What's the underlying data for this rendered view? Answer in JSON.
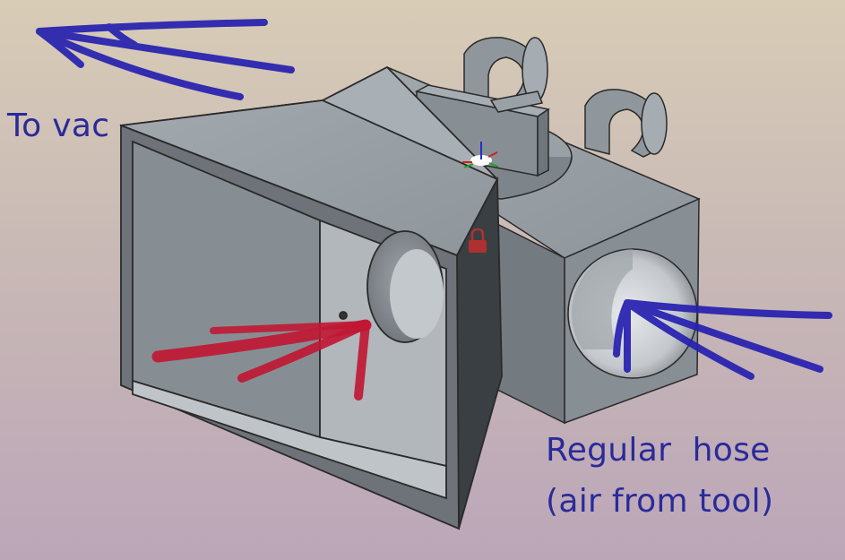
{
  "annotations": {
    "to_vac": "To vac",
    "regular_hose": "Regular  hose",
    "air_from_tool": "(air from tool)"
  },
  "colors": {
    "annotation_blue": "#2a2a9a",
    "arrow_red": "#c01834",
    "body_gray": "#8a9197",
    "lock_red": "#b03030"
  },
  "icons": [
    "lock-icon",
    "axis-gizmo-icon"
  ]
}
